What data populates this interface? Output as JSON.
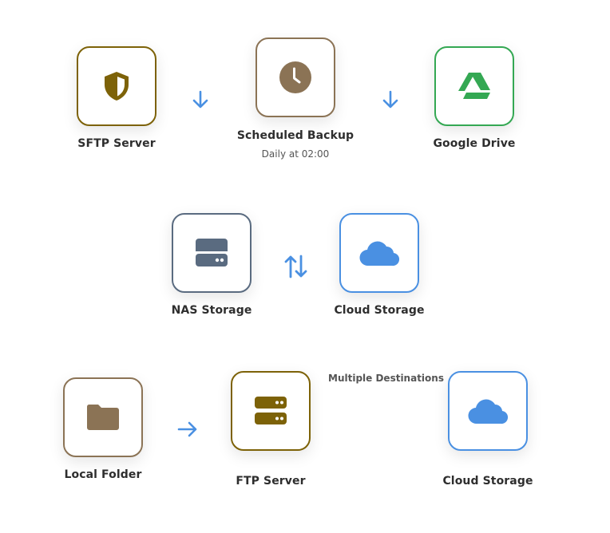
{
  "colors": {
    "sftp": "#7d6208",
    "schedule": "#8b7355",
    "gdrive": "#34a853",
    "nas": "#5a6b80",
    "cloud": "#4a90e2",
    "folder": "#8b7355",
    "ftp": "#7d6208",
    "arrow": "#4a90e2"
  },
  "row1": {
    "sftp": {
      "label": "SFTP Server",
      "icon": "shield-icon"
    },
    "schedule": {
      "label": "Scheduled Backup",
      "sublabel": "Daily at 02:00",
      "icon": "clock-icon"
    },
    "gdrive": {
      "label": "Google Drive",
      "icon": "google-drive-icon"
    },
    "arrow1": "arrow-down-icon",
    "arrow2": "arrow-down-icon"
  },
  "row2": {
    "nas": {
      "label": "NAS Storage",
      "icon": "nas-drive-icon"
    },
    "cloud": {
      "label": "Cloud Storage",
      "icon": "cloud-icon"
    },
    "arrow": "arrows-up-down-icon"
  },
  "row3": {
    "folder": {
      "label": "Local Folder",
      "icon": "folder-icon"
    },
    "ftp": {
      "label": "FTP Server",
      "icon": "server-icon"
    },
    "cloud": {
      "label": "Cloud Storage",
      "icon": "cloud-icon"
    },
    "arrow": "arrow-right-icon",
    "note": "Multiple Destinations"
  }
}
